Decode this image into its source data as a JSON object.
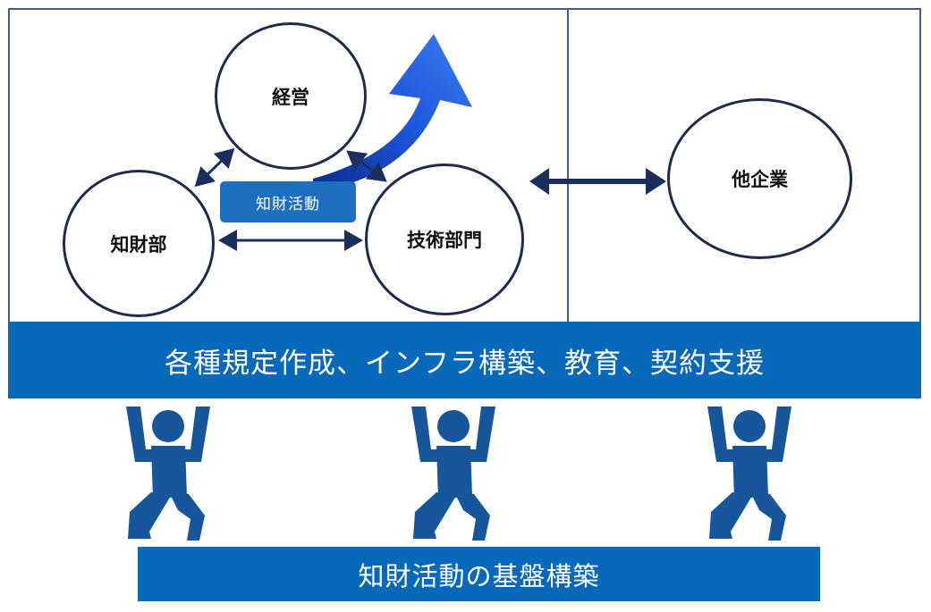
{
  "nodes": {
    "management": "経営",
    "ip_department": "知財部",
    "tech_department": "技術部門",
    "other_companies": "他企業"
  },
  "activity_label": "知財活動",
  "support_band": "各種規定作成、インフラ構築、教育、契約支援",
  "foundation_label": "知財活動の基盤構築",
  "icons": [
    "growth-arrow-icon",
    "person-lifting-icon"
  ],
  "colors": {
    "border": "#3d5f86",
    "circle_stroke": "#1f2b4d",
    "band": "#0869ba",
    "label_box": "#1e6fbf",
    "arrow": "#1b2e5e",
    "figure": "#17569a"
  }
}
